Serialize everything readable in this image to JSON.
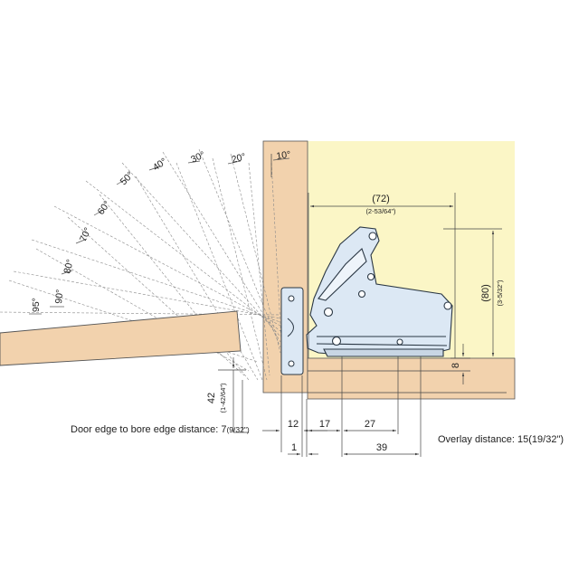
{
  "colors": {
    "wood": "#f2d2ad",
    "cabinet_interior": "#fbf6c6",
    "hinge_fill": "#dce8f4",
    "hinge_stroke": "#2a3744",
    "line": "#444444",
    "dashed": "#8a8a8a"
  },
  "angles": {
    "a95": "95°",
    "a90": "90°",
    "a80": "80°",
    "a70": "70°",
    "a60": "60°",
    "a50": "50°",
    "a40": "40°",
    "a30": "30°",
    "a20": "20°",
    "a10": "10°"
  },
  "dims": {
    "d72": "(72)",
    "d72_in": "(2-53/64\")",
    "d80": "(80)",
    "d80_in": "(3-5/32\")",
    "d8": "8",
    "d42": "42",
    "d42_in": "(1-42/64\")",
    "d12": "12",
    "d17": "17",
    "d27": "27",
    "d1": "1",
    "d39": "39"
  },
  "notes": {
    "door_edge_value": "Door edge to bore edge distance: 7",
    "door_edge_inch": "(9/32\")",
    "overlay": "Overlay distance: 15(19/32\")"
  }
}
